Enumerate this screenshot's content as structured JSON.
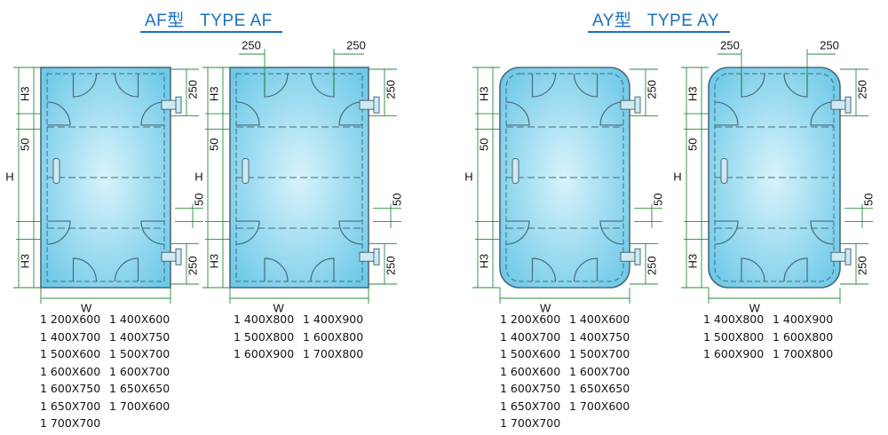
{
  "colors": {
    "accent": "#1a6fc0",
    "door_fill_center": "#d8f3fb",
    "door_fill_edge": "#6ec9e8",
    "door_stroke": "#4a6a7a",
    "dimension_line": "#2a8a3a"
  },
  "titles": {
    "af": "AF型   TYPE AF",
    "ay": "AY型   TYPE AY"
  },
  "labels": {
    "h": "H",
    "h3": "H3",
    "w": "W",
    "dim_250": "250",
    "dim_50": "50"
  },
  "doors": [
    {
      "id": "af-1",
      "type": "AF",
      "top_dims": [],
      "sizes_col1": [
        "1 200X600",
        "1 400X700",
        "1 500X600",
        "1 600X600",
        "1 600X750",
        "1 650X700",
        "1 700X700"
      ],
      "sizes_col2": [
        "1 400X600",
        "1 400X750",
        "1 500X700",
        "1 600X700",
        "1 650X650",
        "1 700X600"
      ]
    },
    {
      "id": "af-2",
      "type": "AF",
      "top_dims": [
        "250",
        "250"
      ],
      "sizes_col1": [
        "1 400X800",
        "1 500X800",
        "1 600X900"
      ],
      "sizes_col2": [
        "1 400X900",
        "1 600X800",
        "1 700X800"
      ]
    },
    {
      "id": "ay-1",
      "type": "AY",
      "top_dims": [],
      "sizes_col1": [
        "1 200X600",
        "1 400X700",
        "1 500X600",
        "1 600X600",
        "1 600X750",
        "1 650X700",
        "1 700X700"
      ],
      "sizes_col2": [
        "1 400X600",
        "1 400X750",
        "1 500X700",
        "1 600X700",
        "1 650X650",
        "1 700X600"
      ]
    },
    {
      "id": "ay-2",
      "type": "AY",
      "top_dims": [
        "250",
        "250"
      ],
      "sizes_col1": [
        "1 400X800",
        "1 500X800",
        "1 600X900"
      ],
      "sizes_col2": [
        "1 400X900",
        "1 600X800",
        "1 700X800"
      ]
    }
  ]
}
